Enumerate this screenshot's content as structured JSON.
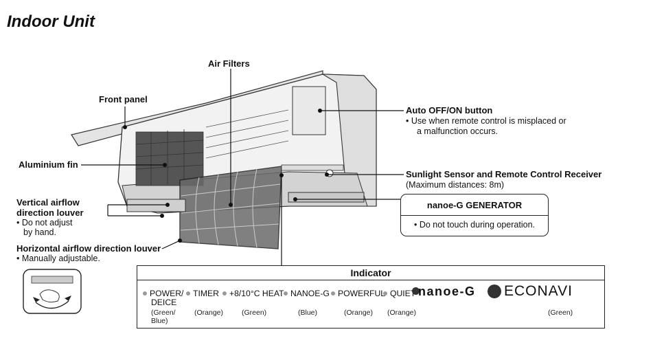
{
  "title": "Indoor Unit",
  "labels": {
    "air_filters": "Air Filters",
    "front_panel": "Front panel",
    "aluminium_fin": "Aluminium fin",
    "vertical_louver_1": "Vertical airflow",
    "vertical_louver_2": "direction louver",
    "vertical_note_1": "• Do not adjust",
    "vertical_note_2": "by hand.",
    "horizontal_louver": "Horizontal airflow direction louver",
    "horizontal_note": "•  Manually adjustable.",
    "auto_button": "Auto OFF/ON button",
    "auto_note_1": "•   Use when remote control is misplaced or",
    "auto_note_2": "a malfunction occurs.",
    "sensor": "Sunlight Sensor and Remote Control Receiver",
    "sensor_note": "(Maximum distances: 8m)"
  },
  "nanoe_box": {
    "title": "nanoe-G GENERATOR",
    "note": "• Do not touch during operation."
  },
  "indicator": {
    "heading": "Indicator",
    "items": [
      {
        "label": "POWER/",
        "label2": "DEICE",
        "color": "(Green/",
        "color2": "Blue)"
      },
      {
        "label": "TIMER",
        "color": "(Orange)"
      },
      {
        "label": "+8/10°C HEAT",
        "color": "(Green)"
      },
      {
        "label": "NANOE-G",
        "color": "(Blue)"
      },
      {
        "label": "POWERFUL",
        "color": "(Orange)"
      },
      {
        "label": "QUIET",
        "color": "(Orange)"
      }
    ],
    "logo_nanoe": "nanoe-G",
    "logo_econavi": "ECONAVI",
    "econavi_color": "(Green)"
  },
  "colors": {
    "ink": "#111111",
    "dot": "#999999",
    "logo": "#333333"
  }
}
